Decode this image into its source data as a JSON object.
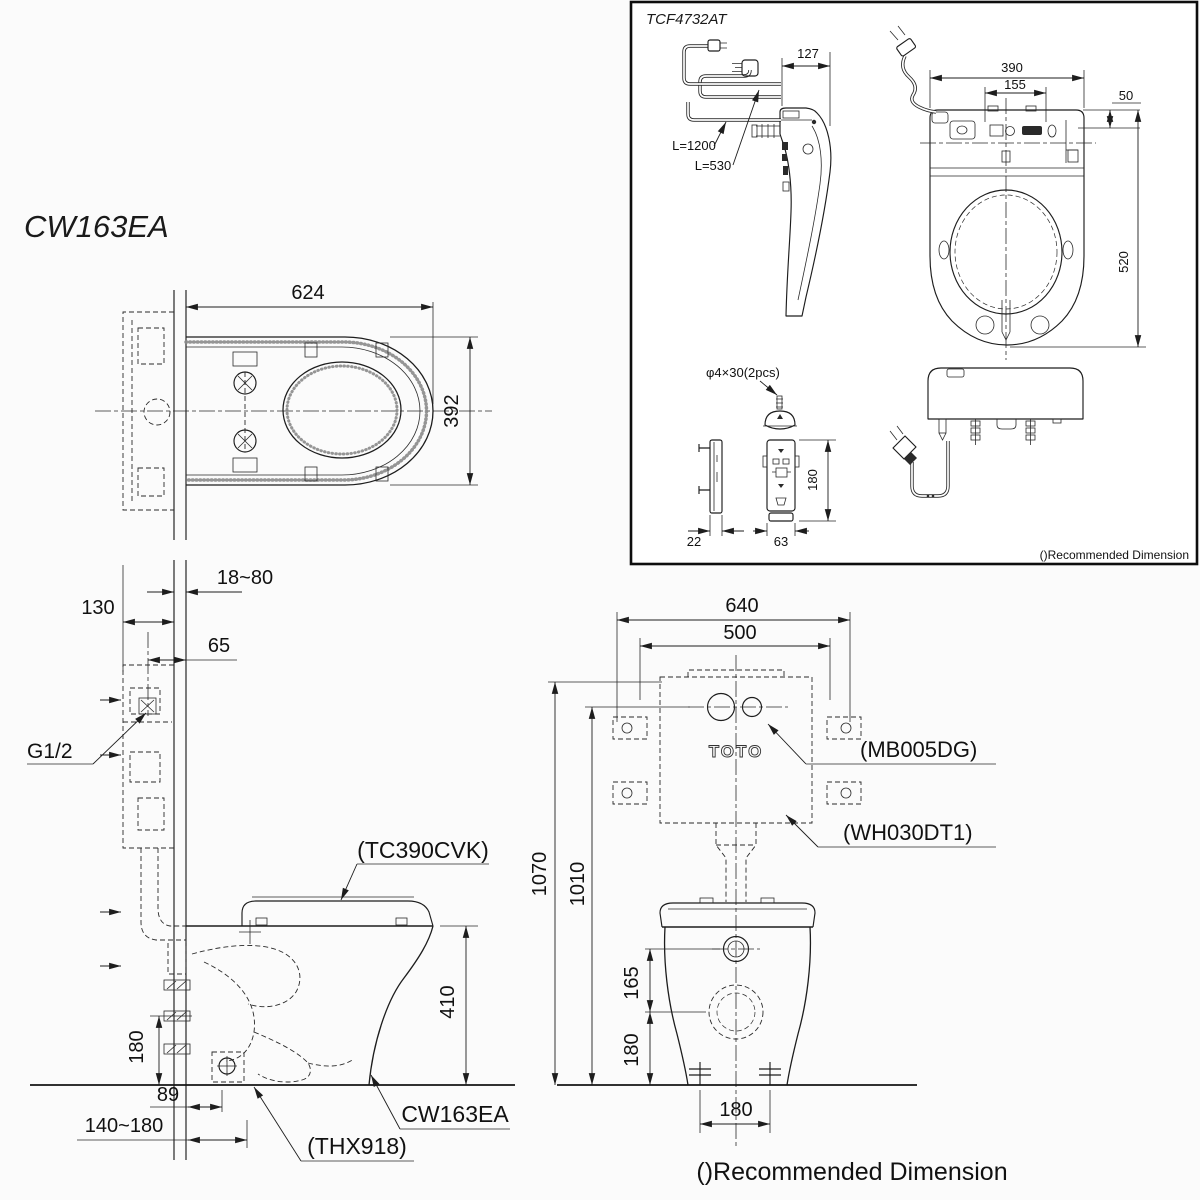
{
  "panel": {
    "title": "TCF4732AT",
    "note": "()Recommended Dimension",
    "side": {
      "depth": "127",
      "power_cord": "L=1200",
      "hose": "L=530"
    },
    "plan": {
      "width": "390",
      "ctrl_offset": "155",
      "lip": "50",
      "depth": "520"
    },
    "screw": {
      "label": "φ4×30(2pcs)"
    },
    "remote": {
      "thickness": "22",
      "width": "63",
      "height": "180"
    }
  },
  "main": {
    "title": "CW163EA",
    "note": "()Recommended Dimension",
    "plan": {
      "width": "624",
      "depth": "392"
    },
    "side": {
      "wall_thickness": "18~80",
      "tank_depth": "130",
      "supply_offset": "65",
      "supply_thread": "G1/2",
      "seat_label": "(TC390CVK)",
      "bowl_height": "410",
      "bolt_height": "180",
      "trap_offset": "89",
      "outlet_range": "140~180",
      "bowl_label": "CW163EA",
      "fitting_label": "(THX918)"
    },
    "front": {
      "frame_width": "640",
      "tank_width": "500",
      "frame_height": "1070",
      "plate_height": "1010",
      "spud_to_trap": "165",
      "trap_to_floor": "180",
      "bolt_span": "180",
      "plate_label": "(MB005DG)",
      "tank_label": "(WH030DT1)",
      "logo": "TOTO"
    }
  }
}
